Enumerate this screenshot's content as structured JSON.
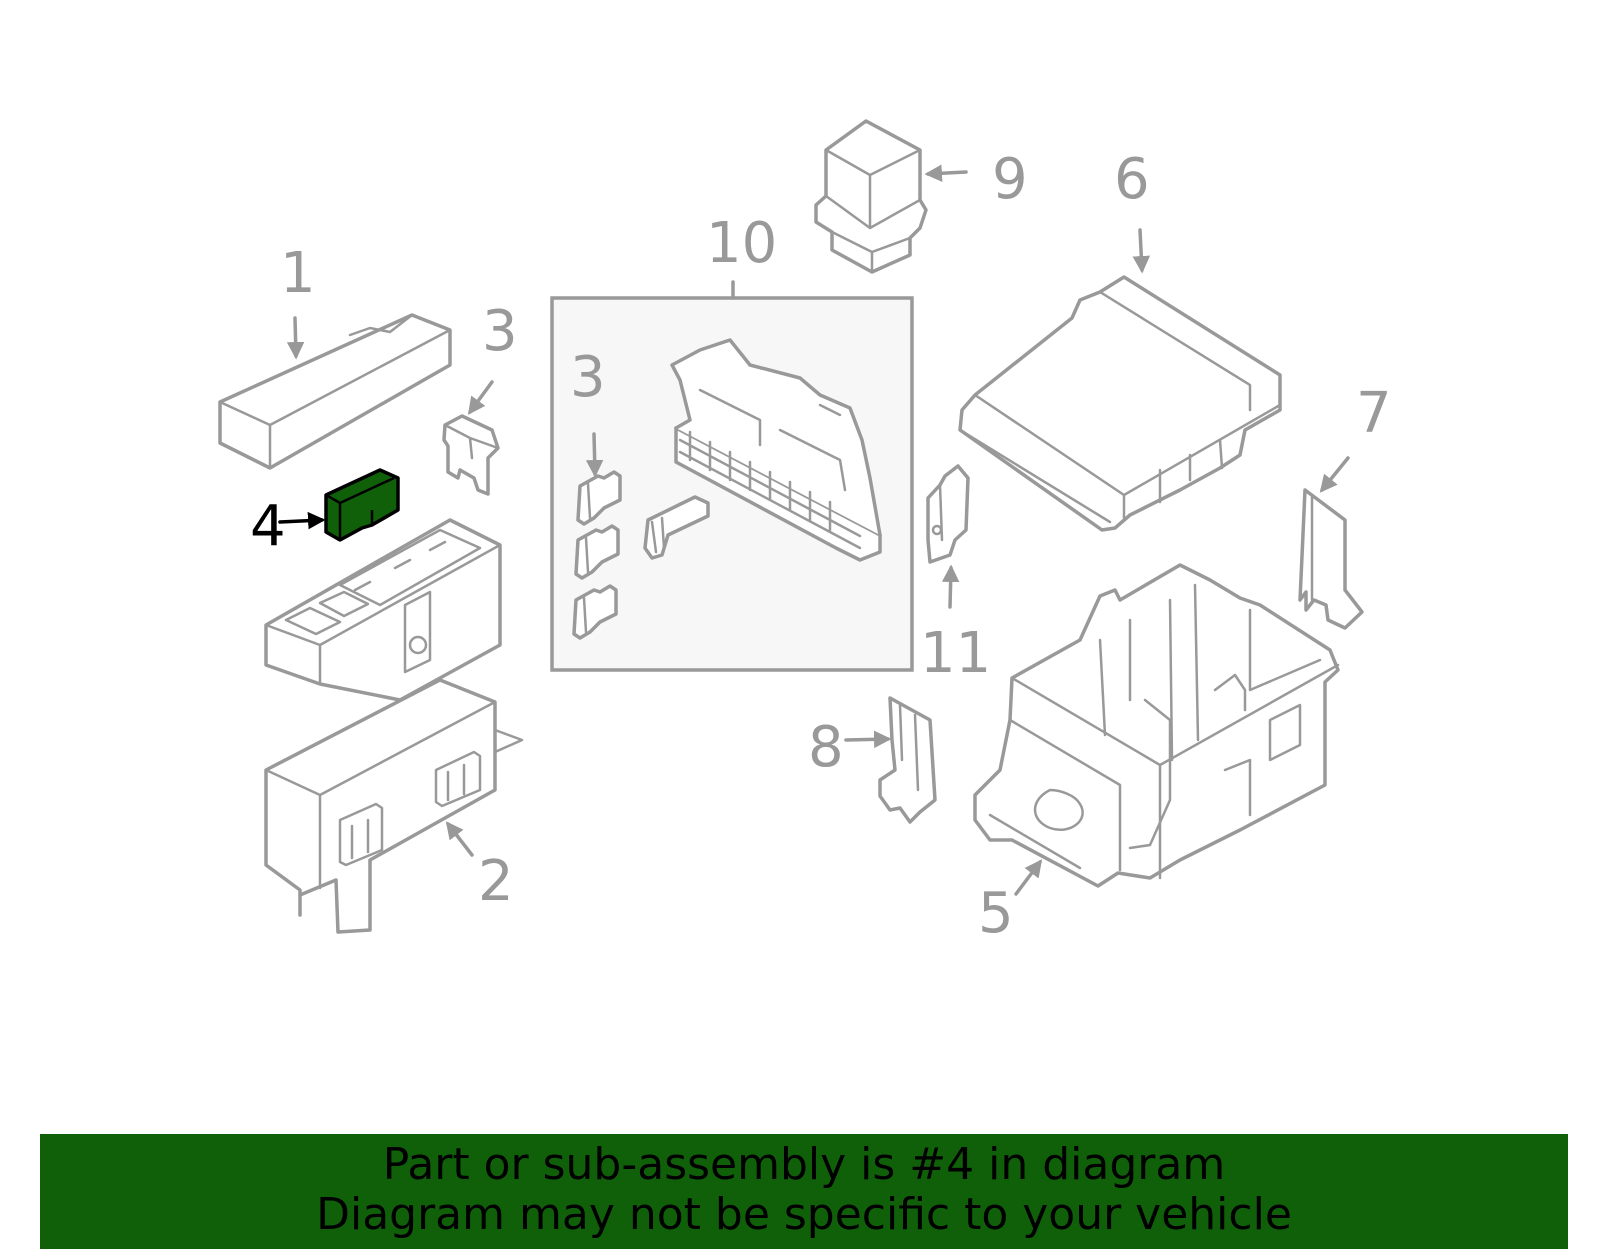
{
  "highlight": {
    "part_number": "4",
    "color": "#10600a",
    "outline_color": "#999999",
    "label_color": "#000000"
  },
  "callouts": {
    "c1": "1",
    "c2": "2",
    "c3a": "3",
    "c3b": "3",
    "c4": "4",
    "c5": "5",
    "c6": "6",
    "c7": "7",
    "c8": "8",
    "c9": "9",
    "c10": "10",
    "c11": "11"
  },
  "banner": {
    "line1": "Part or sub-assembly is #4 in diagram",
    "line2": "Diagram may not be specific to your vehicle",
    "background": "#10600a"
  }
}
